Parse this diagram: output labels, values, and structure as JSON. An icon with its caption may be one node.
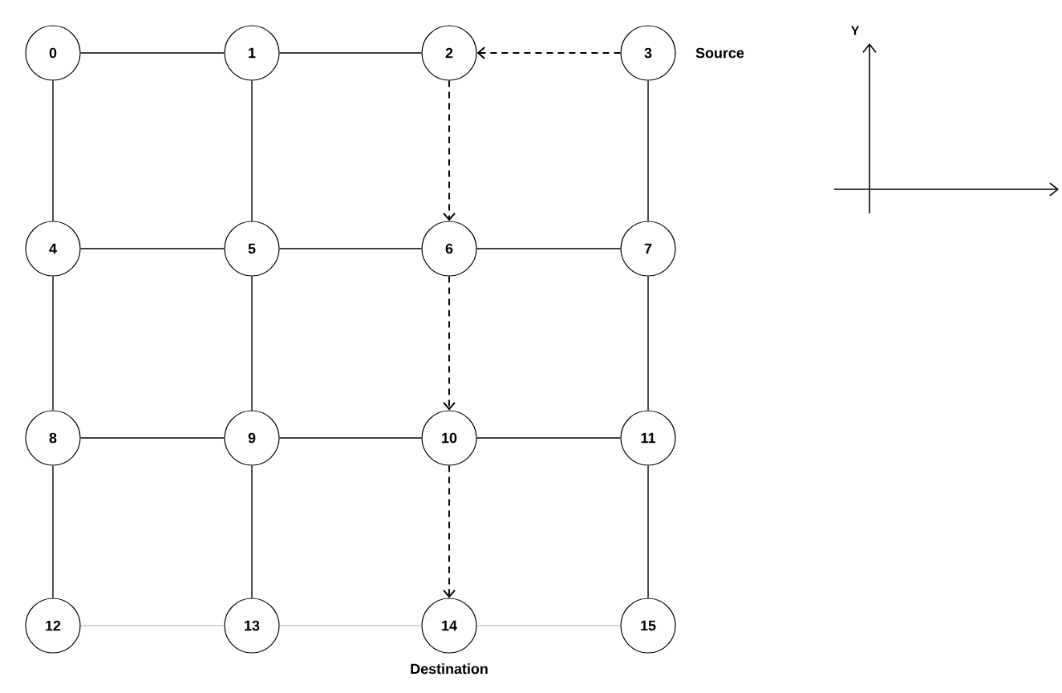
{
  "diagram": {
    "nodes": [
      {
        "text": [
          "0"
        ]
      },
      {
        "text": [
          "1"
        ]
      },
      {
        "text": [
          "2"
        ]
      },
      {
        "text": [
          "3"
        ],
        "beside": [
          "Source"
        ]
      },
      {
        "text": [
          "4"
        ]
      },
      {
        "text": [
          "5"
        ]
      },
      {
        "text": [
          "6"
        ]
      },
      {
        "text": [
          "7"
        ]
      },
      {
        "text": [
          "8"
        ]
      },
      {
        "text": [
          "9"
        ]
      },
      {
        "text": [
          "10"
        ]
      },
      {
        "text": [
          "11"
        ]
      },
      {
        "text": [
          "12"
        ]
      },
      {
        "text": [
          "13"
        ]
      },
      {
        "text": [
          "14"
        ],
        "beside": [
          "Destination"
        ]
      },
      {
        "text": [
          "15"
        ]
      }
    ],
    "edges": [
      {
        "from": 0,
        "to": 1,
        "arrow": "none"
      },
      {
        "from": 1,
        "to": 2,
        "arrow": "none"
      },
      {
        "from": 3,
        "to": 2,
        "arrow": "to",
        "style": "dashed"
      },
      {
        "from": 0,
        "to": 4,
        "arrow": "none"
      },
      {
        "from": 1,
        "to": 5,
        "arrow": "none"
      },
      {
        "from": 2,
        "to": 6,
        "arrow": "to",
        "style": "dashed"
      },
      {
        "from": 3,
        "to": 7,
        "arrow": "none"
      },
      {
        "from": 4,
        "to": 5,
        "arrow": "none"
      },
      {
        "from": 5,
        "to": 6,
        "arrow": "none"
      },
      {
        "from": 6,
        "to": 7,
        "arrow": "none"
      },
      {
        "from": 4,
        "to": 8,
        "arrow": "none"
      },
      {
        "from": 5,
        "to": 9,
        "arrow": "none"
      },
      {
        "from": 6,
        "to": 10,
        "arrow": "to",
        "style": "dashed"
      },
      {
        "from": 7,
        "to": 11,
        "arrow": "none"
      },
      {
        "from": 8,
        "to": 9,
        "arrow": "none"
      },
      {
        "from": 9,
        "to": 10,
        "arrow": "none"
      },
      {
        "from": 10,
        "to": 11,
        "arrow": "none"
      },
      {
        "from": 8,
        "to": 12,
        "arrow": "none"
      },
      {
        "from": 9,
        "to": 13,
        "arrow": "none"
      },
      {
        "from": 10,
        "to": 14,
        "arrow": "to",
        "style": "dashed"
      },
      {
        "from": 11,
        "to": 15,
        "arrow": "none"
      },
      {
        "from": 12,
        "to": 13,
        "arrow": "none",
        "color": "#c8c8c8"
      },
      {
        "from": 13,
        "to": 14,
        "arrow": "none",
        "color": "#c8c8c8"
      },
      {
        "from": 14,
        "to": 15,
        "arrow": "none",
        "color": "#c8c8c8"
      }
    ],
    "labels": [
      "Y"
    ]
  }
}
